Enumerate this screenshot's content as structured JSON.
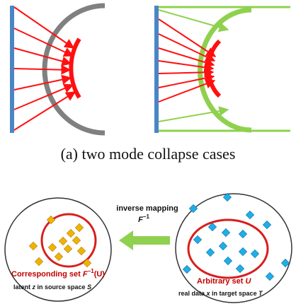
{
  "caption": "(a) two mode collapse cases",
  "colors": {
    "bar_blue": "#4a86c5",
    "red": "#ff1010",
    "gray": "#808080",
    "green": "#8fd14f",
    "ellipse_red": "#d81e1e",
    "diamond_yellow": "#f0b400",
    "diamond_cyan": "#1eaee8",
    "arrow_green": "#8fd14f",
    "label_darkred": "#c00000"
  },
  "bottom": {
    "mapping_label_line1": "inverse mapping",
    "mapping_label_line2": "F",
    "mapping_label_sup": "−1",
    "left_set_prefix": "Corresponding set ",
    "left_set_math": "F",
    "left_set_sup": "−1",
    "left_set_suffix": "(U)",
    "left_space_prefix": "latent ",
    "left_space_var": "z",
    "left_space_mid": " in source space ",
    "left_space_sym": "S",
    "right_set_prefix": "Arbitrary set ",
    "right_set_sym": "U",
    "right_space_prefix": "real data ",
    "right_space_var": "x",
    "right_space_mid": " in target space ",
    "right_space_sym": "T"
  }
}
